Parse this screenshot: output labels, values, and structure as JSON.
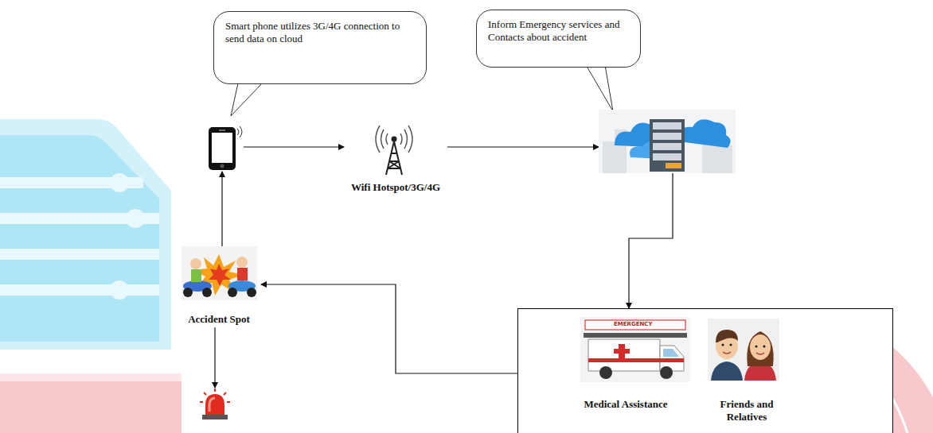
{
  "diagram": {
    "nodes": [
      {
        "text": [
          "Smart phone utilizes 3G/4G connection to send data on cloud"
        ]
      },
      {
        "text": [
          "Inform Emergency services and Contacts about accident"
        ]
      },
      {
        "text": []
      },
      {
        "text": [
          "Wifi Hotspot/3G/4G"
        ]
      },
      {
        "text": []
      },
      {
        "text": [
          "Accident Spot"
        ]
      },
      {
        "text": []
      },
      {
        "text": [
          "Medical Assistance",
          "Friends and Relatives"
        ]
      }
    ],
    "edges": [
      {
        "from": 5,
        "to": 2,
        "arrow": "to"
      },
      {
        "from": 2,
        "to": 3,
        "arrow": "to"
      },
      {
        "from": 3,
        "to": 4,
        "arrow": "to"
      },
      {
        "from": 4,
        "to": 7,
        "arrow": "to"
      },
      {
        "from": 7,
        "to": 5,
        "arrow": "to"
      },
      {
        "from": 5,
        "to": 6,
        "arrow": "to"
      }
    ],
    "labels": [
      "EMERGENCY"
    ]
  }
}
